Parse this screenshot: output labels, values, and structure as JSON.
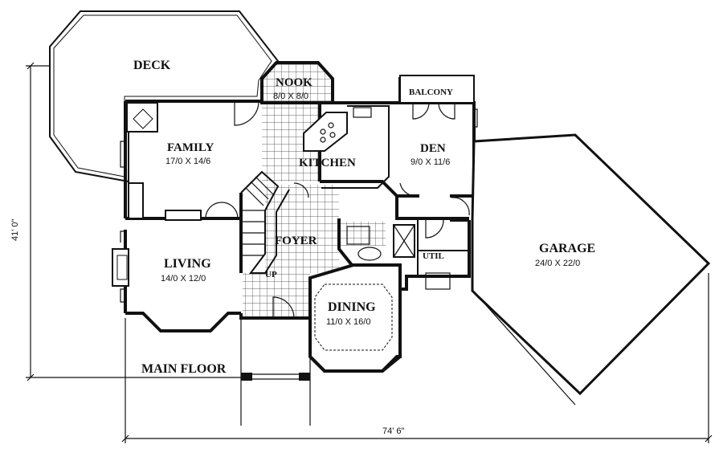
{
  "plan": {
    "title": "MAIN FLOOR",
    "overall_width": "74' 6\"",
    "overall_depth": "41' 0\""
  },
  "rooms": {
    "deck": {
      "name": "DECK"
    },
    "nook": {
      "name": "NOOK",
      "size": "8/0 X 8/0"
    },
    "balcony": {
      "name": "BALCONY"
    },
    "family": {
      "name": "FAMILY",
      "size": "17/0 X 14/6"
    },
    "kitchen": {
      "name": "KITCHEN"
    },
    "den": {
      "name": "DEN",
      "size": "9/0 X 11/6"
    },
    "foyer": {
      "name": "FOYER"
    },
    "garage": {
      "name": "GARAGE",
      "size": "24/0 X 22/0"
    },
    "living": {
      "name": "LIVING",
      "size": "14/0 X 12/0"
    },
    "util": {
      "name": "UTIL"
    },
    "stairs": {
      "name": "UP"
    },
    "dining": {
      "name": "DINING",
      "size": "11/0 X 16/0"
    }
  }
}
